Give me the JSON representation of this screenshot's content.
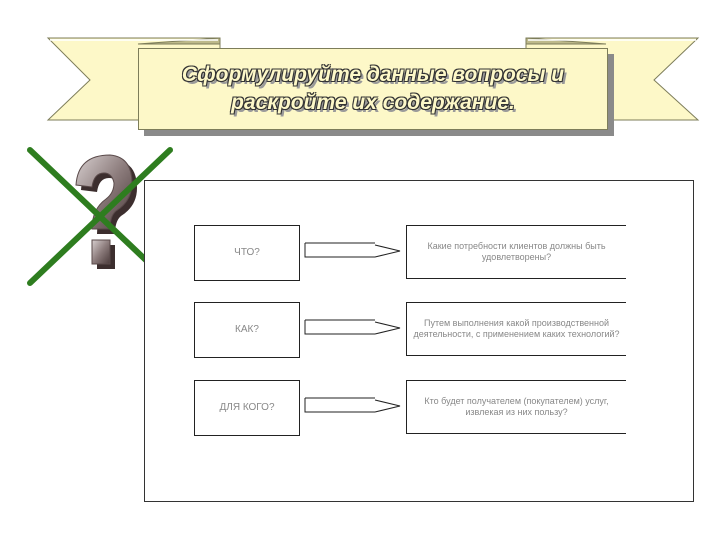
{
  "banner": {
    "line1": "Сформулируйте данные вопросы и",
    "line2": "раскройте их содержание."
  },
  "diagram": {
    "rows": [
      {
        "left": "ЧТО?",
        "right": "Какие потребности клиентов должны быть удовлетворены?"
      },
      {
        "left": "КАК?",
        "right": "Путем выполнения какой производственной деятельности, с применением каких технологий?"
      },
      {
        "left": "ДЛЯ КОГО?",
        "right": "Кто будет получателем (покупателем) услуг, извлекая из них пользу?"
      }
    ]
  },
  "colors": {
    "banner_fill": "#fdf8c8",
    "cross": "#2e7d1f",
    "qmark": "#7a6a6a"
  },
  "icons": {
    "question": "question-mark-icon",
    "cross": "cross-out-icon"
  }
}
